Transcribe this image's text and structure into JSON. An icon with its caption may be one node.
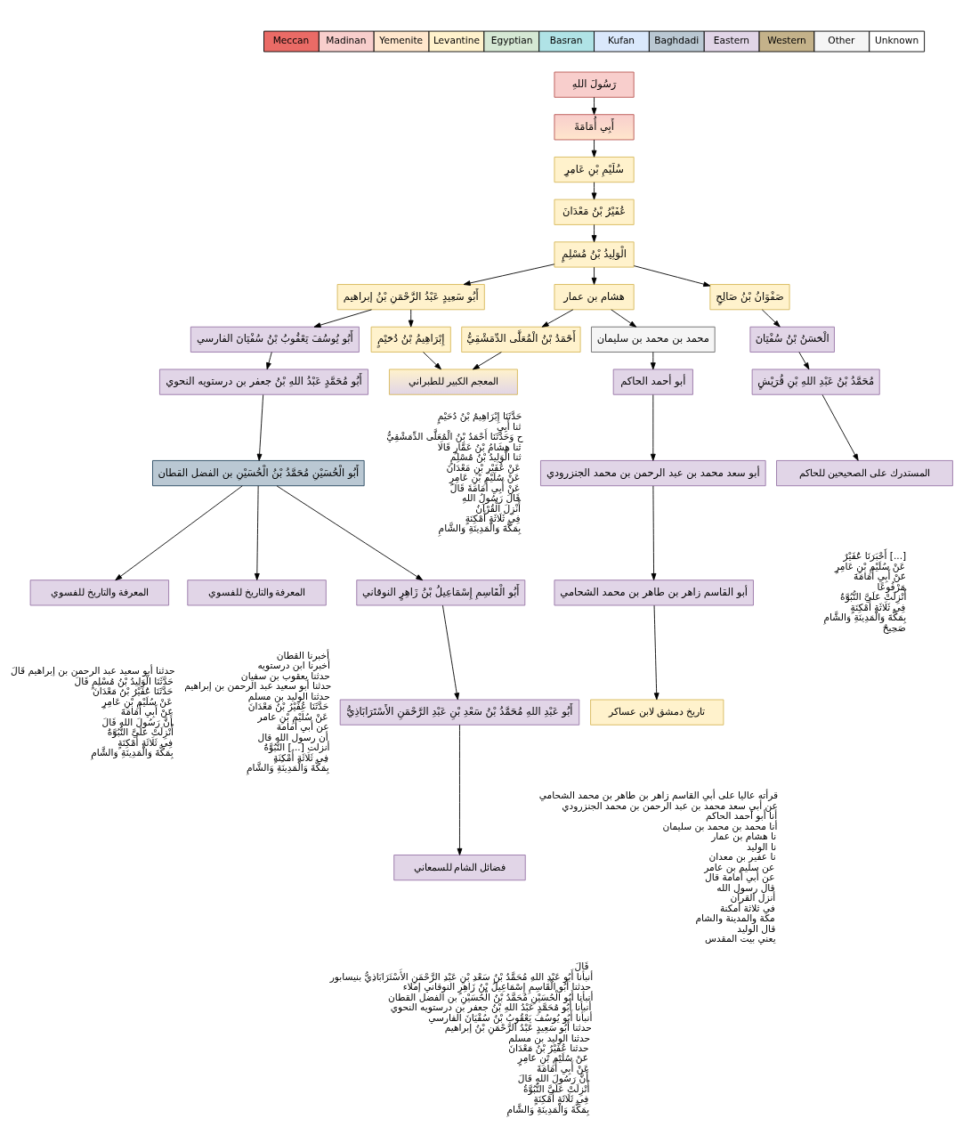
{
  "diagram": {
    "nodes": [
      {
        "text": [
          "رَسُولَ اللهِ"
        ]
      },
      {
        "text": [
          "أَبِي أُمَامَةَ"
        ]
      },
      {
        "text": [
          "سُلَيْمِ بْنِ عَامِرٍ"
        ]
      },
      {
        "text": [
          "عُفَيْرُ بْنُ مَعْدَانَ"
        ]
      },
      {
        "text": [
          "الْوَلِيدُ بْنُ مُسْلِمٍ"
        ]
      },
      {
        "text": [
          "أَبُو سَعِيدٍ عَبْدُ الرَّحْمَنِ بْنُ إبراهيم"
        ]
      },
      {
        "text": [
          "هشام بن عمار"
        ]
      },
      {
        "text": [
          "صَفْوَانُ بْنُ صَالِحٍ"
        ]
      },
      {
        "text": [
          "أَبُو يُوسُفَ يَعْقُوبُ بْنُ سُفْيَانَ الفارسي"
        ]
      },
      {
        "text": [
          "إِبْرَاهِيمُ بْنُ دُحَيْمٍ"
        ]
      },
      {
        "text": [
          "أَحْمَدُ بْنُ الْمُعَلَّى الدِّمَشْقِيُّ"
        ]
      },
      {
        "text": [
          "محمد بن محمد بن سليمان"
        ]
      },
      {
        "text": [
          "الْحَسَنُ بْنُ سُفْيَانَ"
        ]
      },
      {
        "text": [
          "أَبُو مُحَمَّدٍ عَبْدُ اللهِ بْنُ جعفر بن درستويه النحوي"
        ]
      },
      {
        "text": [
          "المعجم الكبير للطبراني"
        ],
        "beside": [
          "حَدَّثَنَا إِبْرَاهِيمُ بْنُ دُحَيْمٍ",
          "ثنا أَبِي",
          "ح وَحَدَّثَنَا أَحْمَدُ بْنُ الْمُعَلَّى الدِّمَشْقِيُّ",
          "ثنا هِشَامُ بْنُ عَمَّارٍ قَالَا",
          "ثنا الْوَلِيدُ بْنُ مُسْلِمٍ",
          "عَنْ عُفَيْرِ بْنِ مَعْدَانَ",
          "عَنْ سُلَيْمِ بْنِ عَامِرٍ",
          "عَنْ أَبِي أُمَامَةَ قَالَ",
          "قَالَ رَسُولُ اللهِ",
          "أُنْزِلَ الْقُرْآنُ",
          "فِي ثَلَاثَةِ أَمْكِنَةٍ",
          "بِمَكَّةَ وَالْمَدِينَةِ وَالشَّامِ"
        ]
      },
      {
        "text": [
          "أبو أحمد الحاكم"
        ]
      },
      {
        "text": [
          "مُحَمَّدُ بْنُ عَبْدِ اللهِ بْنِ قُرَيْشٍ"
        ]
      },
      {
        "text": [
          "أَبُو الْحُسَيْنِ مُحَمَّدُ بْنُ الْحُسَيْنِ بن الفضل القطان"
        ]
      },
      {
        "text": [
          "أبو سعد محمد بن عبد الرحمن بن محمد الجنزرودي"
        ]
      },
      {
        "text": [
          "المستدرك على الصحيحين للحاكم"
        ],
        "beside": [
          "أَخْبَرَنَا عُفَيْرٌ [...]",
          "عَنْ سُلَيْمِ بْنِ عَامِرٍ",
          "عَنْ أَبِي أُمَامَةَ",
          "مَرْفُوعًا",
          "أُنْزِلَتْ عَلَيَّ النُّبُوَّةُ",
          "فِي ثَلَاثَةِ أَمْكِنَةٍ",
          "بِمَكَّةَ وَالْمَدِينَةِ وَالشَّامِ",
          "صَحِيحٌ"
        ]
      },
      {
        "text": [
          "المعرفة والتاريخ للفسوي"
        ],
        "beside": [
          "حدثنا أبو سعيد عبد الرحمن بن إبراهيم قَالَ",
          "حَدَّثَنَا الْوَلِيدُ بْنُ مُسْلِمٍ قَالَ",
          "حَدَّثَنَا عُفَيْرُ بْنُ مَعْدَانَ",
          "عَنْ سُلَيْمِ بْنِ عَامِرٍ",
          "عَنْ أَبِي أُمَامَةَ",
          "أَنَّ رَسُولَ اللهِ قَالَ",
          "أُنْزِلَتْ عَلَيَّ النُّبُوَّةُ",
          "فِي ثَلَاثَةِ أَمْكِنَةٍ",
          "بِمَكَّةَ وَالْمَدِينَةِ وَالشَّامِ"
        ]
      },
      {
        "text": [
          "المعرفة والتاريخ للفسوي"
        ],
        "beside": [
          "أخبرنا القطان",
          "أخبرنا ابن درستويه",
          "حدثنا يعقوب بن سفيان",
          "حدثنا أبو سعيد عبد الرحمن بن إبراهيم",
          "حدثنا الوليد بن مسلم",
          "حَدَّثَنَا عُفَيْرُ بْنُ مَعْدَانَ",
          "عَنْ سُلَيْمِ بْنِ عامر",
          "عن أبي أمامة",
          "أن رسول الله قال",
          "أنزلت [...] النُّبُوَّةُ",
          "فِي ثَلَاثَةِ أَمْكِنَةٍ",
          "بِمَكَّةَ وَالْمَدِينَةِ وَالشَّامِ"
        ]
      },
      {
        "text": [
          "أَبُو الْقَاسِمِ إِسْمَاعِيلُ بْنُ زَاهِرٍ النوقاني"
        ]
      },
      {
        "text": [
          "أبو القاسم زاهر بن طاهر بن محمد الشحامي"
        ]
      },
      {
        "text": [
          "أَبُو عَبْدِ اللهِ مُحَمَّدُ بْنُ سَعْدِ بْنِ عَبْدِ الرَّحْمَنِ الأَسْتَرَابَاذِيُّ"
        ]
      },
      {
        "text": [
          "تاريخ دمشق لابن عساكر"
        ],
        "beside": [
          "قرأته عاليا على أبي القاسم زاهر بن طاهر بن محمد الشحامي",
          "عن أبي سعد محمد بن عبد الرحمن بن محمد الجنزرودي",
          "أنا أبو أحمد الحاكم",
          "أنا محمد بن محمد بن سليمان",
          "نا هشام بن عمار",
          "نا الوليد",
          "نا عفير بن معدان",
          "عن سليم بن عامر",
          "عن أبي أمامة قال",
          "قال رسول الله",
          "أنزل القرآن",
          "في ثلاثة أمكنة",
          "مكة والمدينة والشام",
          "قال الوليد",
          "يعني بيت المقدس"
        ]
      },
      {
        "text": [
          "فضائل الشام للسمعاني"
        ],
        "beside": [
          "قَالَ",
          "أنبأنا أَبُو عَبْدِ اللهِ مُحَمَّدُ بْنُ سَعْدِ بْنِ عَبْدِ الرَّحْمَنِ الأَسْتَرَابَاذِيُّ بنيسابور",
          "حدثنا أَبُو الْقَاسِمِ إِسْمَاعِيلُ بْنُ زَاهِرٍ النوقاني إملاء",
          "أنبأنا أَبُو الْحُسَيْنِ مُحَمَّدُ بْنُ الْحُسَيْنِ بن الفضل القطان",
          "أنبأنا أَبُو مُحَمَّدٍ عَبْدُ اللهِ بْنُ جعفر بن درستويه النحوي",
          "أنبأنا أَبُو يُوسُفَ يَعْقُوبُ بْنُ سُفْيَانَ الفارسي",
          "حدثنا أَبُو سَعِيدٍ عَبْدُ الرَّحْمَنِ بْنُ إبراهيم",
          "حدثنا الوليد بن مسلم",
          "حدثنا عُفَيْرُ بْنُ مَعْدَانَ",
          "عَنْ سُلَيْمِ بْنِ عَامِرٍ",
          "عَنْ أَبِي أُمَامَةَ",
          "أَنَّ رَسُولَ اللهِ قَالَ",
          "أُنْزِلَتْ عَلَيَّ النُّبُوَّةُ",
          "فِي ثَلَاثَةِ أَمْكِنَةٍ",
          "بِمَكَّةَ وَالْمَدِينَةِ وَالشَّامِ"
        ]
      }
    ],
    "edges": [
      {
        "from": 0,
        "to": 1,
        "arrow": "to"
      },
      {
        "from": 1,
        "to": 2,
        "arrow": "to"
      },
      {
        "from": 2,
        "to": 3,
        "arrow": "to"
      },
      {
        "from": 3,
        "to": 4,
        "arrow": "to"
      },
      {
        "from": 4,
        "to": 5,
        "arrow": "to"
      },
      {
        "from": 4,
        "to": 6,
        "arrow": "to"
      },
      {
        "from": 4,
        "to": 7,
        "arrow": "to"
      },
      {
        "from": 5,
        "to": 8,
        "arrow": "to"
      },
      {
        "from": 5,
        "to": 9,
        "arrow": "to"
      },
      {
        "from": 6,
        "to": 10,
        "arrow": "to"
      },
      {
        "from": 6,
        "to": 11,
        "arrow": "to"
      },
      {
        "from": 7,
        "to": 12,
        "arrow": "to"
      },
      {
        "from": 8,
        "to": 13,
        "arrow": "to"
      },
      {
        "from": 9,
        "to": 14,
        "arrow": "to"
      },
      {
        "from": 10,
        "to": 14,
        "arrow": "to"
      },
      {
        "from": 11,
        "to": 15,
        "arrow": "to"
      },
      {
        "from": 12,
        "to": 16,
        "arrow": "to"
      },
      {
        "from": 13,
        "to": 17,
        "arrow": "to"
      },
      {
        "from": 15,
        "to": 18,
        "arrow": "to"
      },
      {
        "from": 16,
        "to": 19,
        "arrow": "to"
      },
      {
        "from": 17,
        "to": 20,
        "arrow": "to"
      },
      {
        "from": 17,
        "to": 21,
        "arrow": "to"
      },
      {
        "from": 17,
        "to": 22,
        "arrow": "to"
      },
      {
        "from": 18,
        "to": 23,
        "arrow": "to"
      },
      {
        "from": 22,
        "to": 24,
        "arrow": "to"
      },
      {
        "from": 23,
        "to": 25,
        "arrow": "to"
      },
      {
        "from": 24,
        "to": 26,
        "arrow": "to"
      }
    ],
    "legend": [
      {
        "text": "Meccan",
        "color": "#ea6b66"
      },
      {
        "text": "Madinan",
        "color": "#f8cecc"
      },
      {
        "text": "Yemenite",
        "color": "#ffe6cc"
      },
      {
        "text": "Levantine",
        "color": "#fff2cc"
      },
      {
        "text": "Egyptian",
        "color": "#d5e8d4"
      },
      {
        "text": "Basran",
        "color": "#b0e3e6"
      },
      {
        "text": "Kufan",
        "color": "#dae8fc"
      },
      {
        "text": "Baghdadi",
        "color": "#bac8d3"
      },
      {
        "text": "Eastern",
        "color": "#e1d5e7"
      },
      {
        "text": "Western",
        "color": "#c4b28a"
      },
      {
        "text": "Other",
        "color": "#f5f5f5"
      },
      {
        "text": "Unknown",
        "color": "#ffffff"
      }
    ]
  }
}
